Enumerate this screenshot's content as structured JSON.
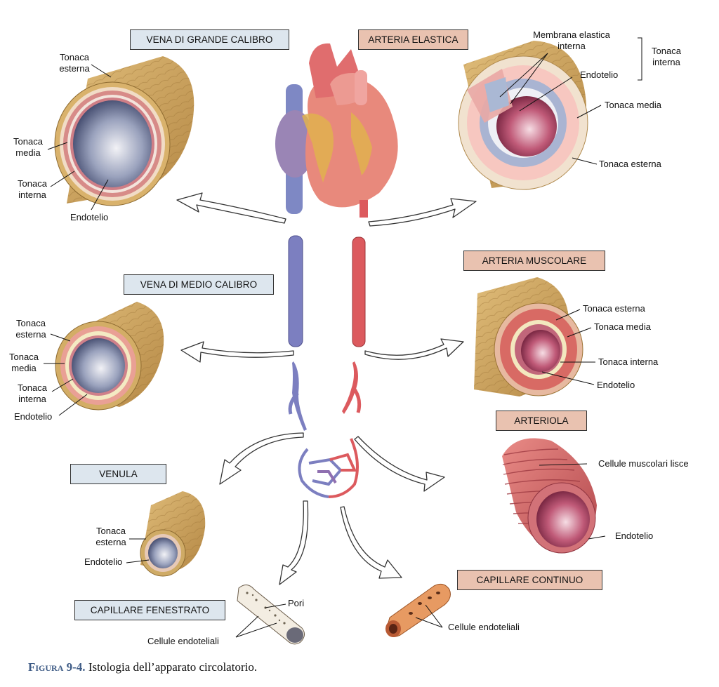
{
  "boxes": {
    "vena_grande": "VENA DI GRANDE CALIBRO",
    "arteria_elastica": "ARTERIA ELASTICA",
    "vena_medio": "VENA DI MEDIO CALIBRO",
    "arteria_muscolare": "ARTERIA MUSCOLARE",
    "arteriola": "ARTERIOLA",
    "venula": "VENULA",
    "capillare_continuo": "CAPILLARE CONTINUO",
    "capillare_fenestrato": "CAPILLARE FENESTRATO"
  },
  "labels": {
    "vg_tonaca_esterna": "Tonaca\nesterna",
    "vg_tonaca_media": "Tonaca\nmedia",
    "vg_tonaca_interna": "Tonaca\ninterna",
    "vg_endotelio": "Endotelio",
    "ae_membrana": "Membrana elastica\ninterna",
    "ae_tonaca_interna": "Tonaca\ninterna",
    "ae_endotelio": "Endotelio",
    "ae_tonaca_media": "Tonaca media",
    "ae_tonaca_esterna": "Tonaca esterna",
    "vm_tonaca_esterna": "Tonaca\nesterna",
    "vm_tonaca_media": "Tonaca\nmedia",
    "vm_tonaca_interna": "Tonaca\ninterna",
    "vm_endotelio": "Endotelio",
    "am_tonaca_esterna": "Tonaca esterna",
    "am_tonaca_media": "Tonaca media",
    "am_tonaca_interna": "Tonaca interna",
    "am_endotelio": "Endotelio",
    "ar_cellule_muscolari": "Cellule muscolari lisce",
    "ar_endotelio": "Endotelio",
    "vn_tonaca_esterna": "Tonaca\nesterna",
    "vn_endotelio": "Endotelio",
    "cf_pori": "Pori",
    "cf_cellule": "Cellule endoteliali",
    "cc_cellule": "Cellule endoteliali"
  },
  "caption": {
    "number": "Figura 9-4.",
    "text": "Istologia dell’apparato circolatorio."
  },
  "colors": {
    "vein_box": "#dde6ee",
    "artery_box": "#e9c2b0",
    "adventitia": "#c9a15c",
    "media": "#e0a08e",
    "lumen_vein": "#8a96b4",
    "lumen_artery": "#b6526b",
    "vein_blue": "#7c7fc0",
    "artery_red": "#dc5a5e",
    "caption_accent": "#3f5c86"
  }
}
